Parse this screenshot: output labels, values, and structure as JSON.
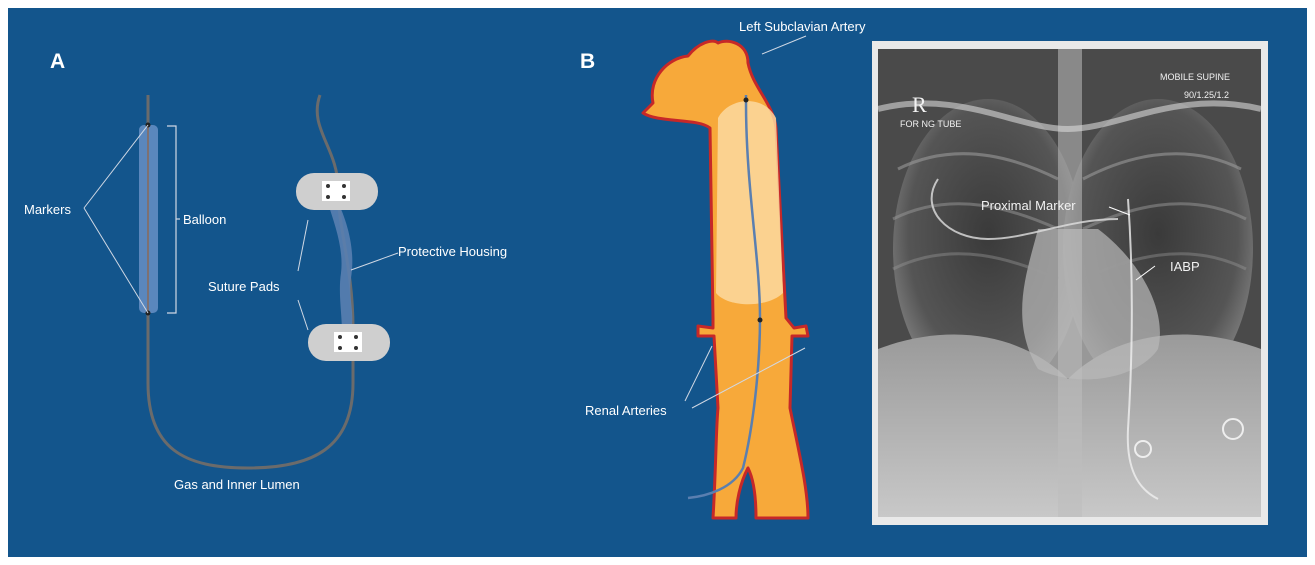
{
  "panels": {
    "a": {
      "letter": "A",
      "labels": {
        "markers": "Markers",
        "balloon": "Balloon",
        "protective_housing": "Protective Housing",
        "suture_pads": "Suture Pads",
        "gas_lumen": "Gas and Inner Lumen"
      }
    },
    "b": {
      "letter": "B",
      "labels": {
        "left_subclavian": "Left Subclavian Artery",
        "renal_arteries": "Renal Arteries"
      },
      "xray": {
        "marker_r": "R",
        "ng_tube": "FOR NG TUBE",
        "mobile": "MOBILE SUPINE",
        "settings": "90/1.25/1.2",
        "proximal_marker": "Proximal Marker",
        "iabp": "IABP"
      }
    }
  },
  "colors": {
    "background": "#13558c",
    "aorta_fill": "#f7a93a",
    "aorta_outline": "#c62828",
    "balloon_zone": "#fbd9a0",
    "catheter": "#6b6b6b",
    "balloon": "#5a87bd",
    "suture_pad": "#cfcfcf"
  }
}
